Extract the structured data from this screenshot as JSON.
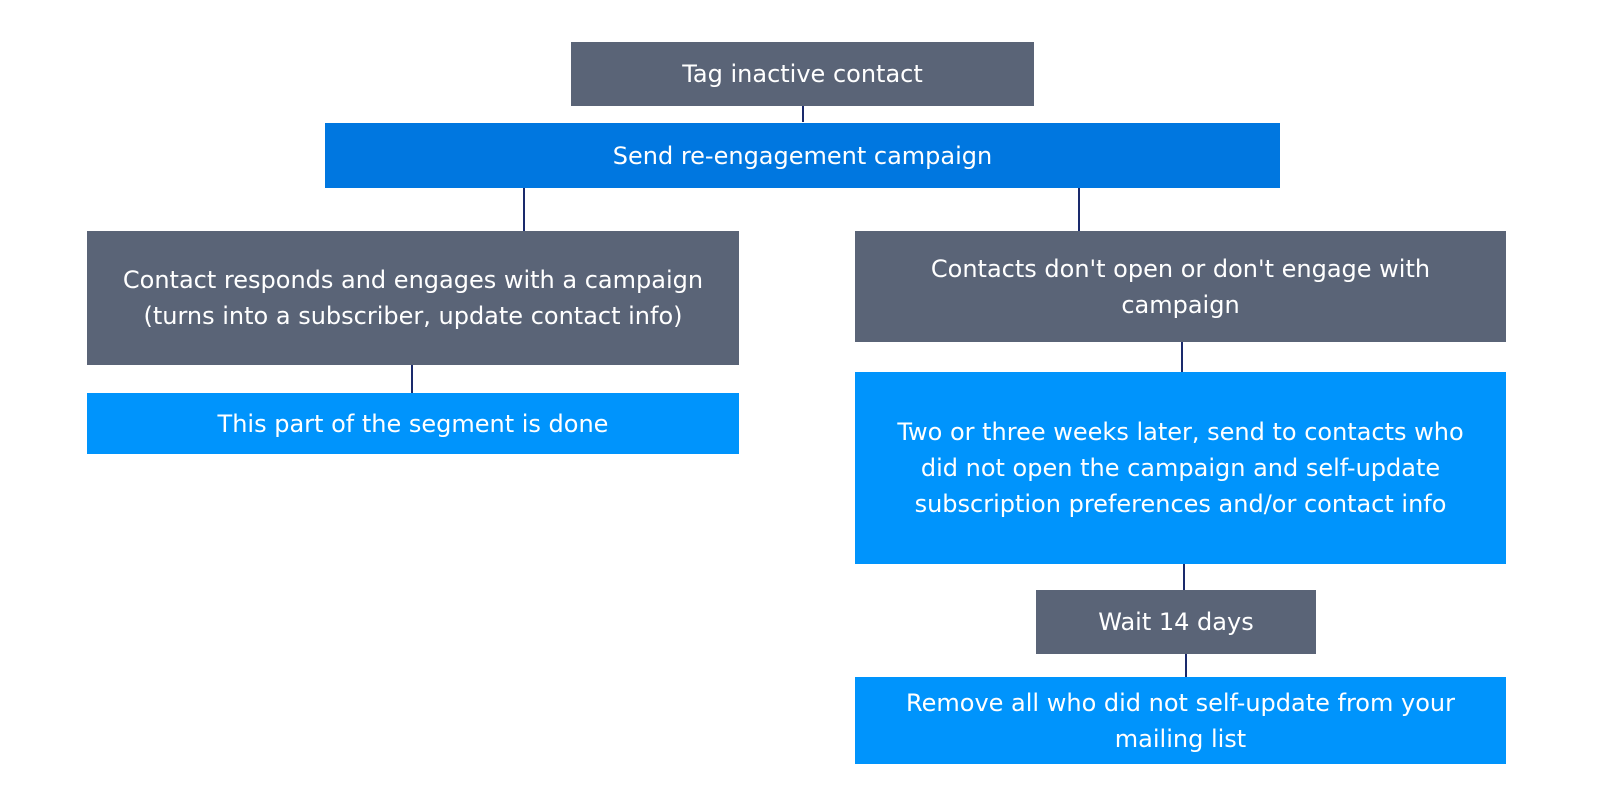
{
  "colors": {
    "gray_node": "#5a6477",
    "dark_blue_node": "#0077e0",
    "blue_node": "#0094fc",
    "connector": "#1a2a6c"
  },
  "nodes": {
    "tag_inactive": "Tag inactive contact",
    "send_reengagement": "Send re-engagement campaign",
    "contact_responds": "Contact responds and engages with a campaign (turns into a subscriber, update contact info)",
    "segment_done": "This part of the segment is done",
    "contacts_dont_open": "Contacts don't open or don't engage with campaign",
    "two_three_weeks": "Two or three weeks later, send to contacts who did not open the campaign and self-update subscription preferences and/or contact info",
    "wait_days": "Wait 14 days",
    "remove_all": "Remove all who did not self-update from your mailing list"
  }
}
